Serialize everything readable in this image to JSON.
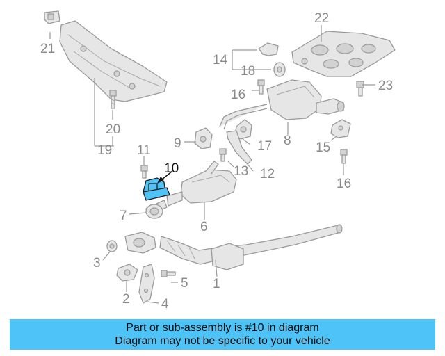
{
  "callouts": {
    "c1": "1",
    "c2": "2",
    "c3": "3",
    "c4": "4",
    "c5": "5",
    "c6": "6",
    "c7": "7",
    "c8": "8",
    "c9": "9",
    "c10": "10",
    "c11": "11",
    "c12": "12",
    "c13": "13",
    "c14": "14",
    "c15": "15",
    "c16a": "16",
    "c16b": "16",
    "c17": "17",
    "c18": "18",
    "c19": "19",
    "c20": "20",
    "c21": "21",
    "c22": "22",
    "c23": "23"
  },
  "highlight": {
    "color": "#4fc3f7",
    "part": "10"
  },
  "banner": {
    "line1": "Part or sub-assembly is #10 in diagram",
    "line2": "Diagram may not be specific to your vehicle",
    "color": "#4dc3f7"
  }
}
